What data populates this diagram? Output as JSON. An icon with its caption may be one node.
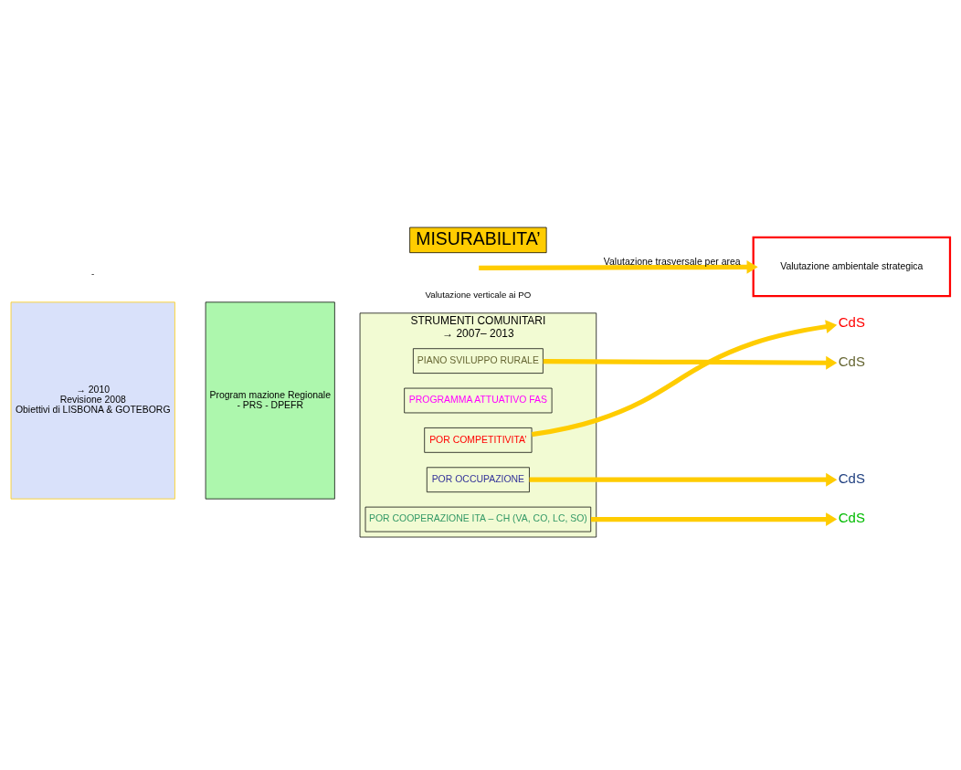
{
  "diagram": {
    "nodes": [
      {
        "text": [
          "→ 2010",
          "Revisione 2008",
          "Obiettivi di LISBONA & GOTEBORG"
        ]
      },
      {
        "text": [
          "Program mazione Regionale",
          "- PRS - DPEFR"
        ]
      },
      {
        "text": [
          "MISURABILITA’"
        ]
      },
      {
        "text": [
          "STRUMENTI COMUNITARI",
          "→ 2007– 2013"
        ]
      },
      {
        "text": [
          "POR COMPETITIVITA’"
        ],
        "in": 3
      },
      {
        "text": [
          "POR OCCUPAZIONE"
        ],
        "in": 3
      },
      {
        "text": [
          "POR COOPERAZIONE ITA – CH (VA, CO, LC, SO)"
        ],
        "in": 3
      },
      {
        "text": [
          "PIANO SVILUPPO RURALE"
        ],
        "in": 3
      },
      {
        "text": [
          "PROGRAMMA ATTUATIVO FAS"
        ],
        "in": 3
      },
      {
        "text": [
          "CdS"
        ]
      },
      {
        "text": [
          "CdS"
        ]
      },
      {
        "text": [
          "CdS"
        ]
      },
      {
        "text": [
          "CdS"
        ]
      },
      {
        "text": [
          "Valutazione ambientale strategica"
        ]
      }
    ],
    "edges": [
      {
        "from": 4,
        "to": 9,
        "arrow": "to"
      },
      {
        "from": 5,
        "to": 10,
        "arrow": "to"
      },
      {
        "from": 6,
        "to": 11,
        "arrow": "to"
      },
      {
        "from": 7,
        "to": 12,
        "arrow": "to"
      },
      {
        "from": null,
        "to": 13,
        "arrow": "to",
        "label": "Valutazione trasversale per area"
      }
    ],
    "labels": [
      "Valutazione verticale ai PO",
      "-"
    ]
  }
}
